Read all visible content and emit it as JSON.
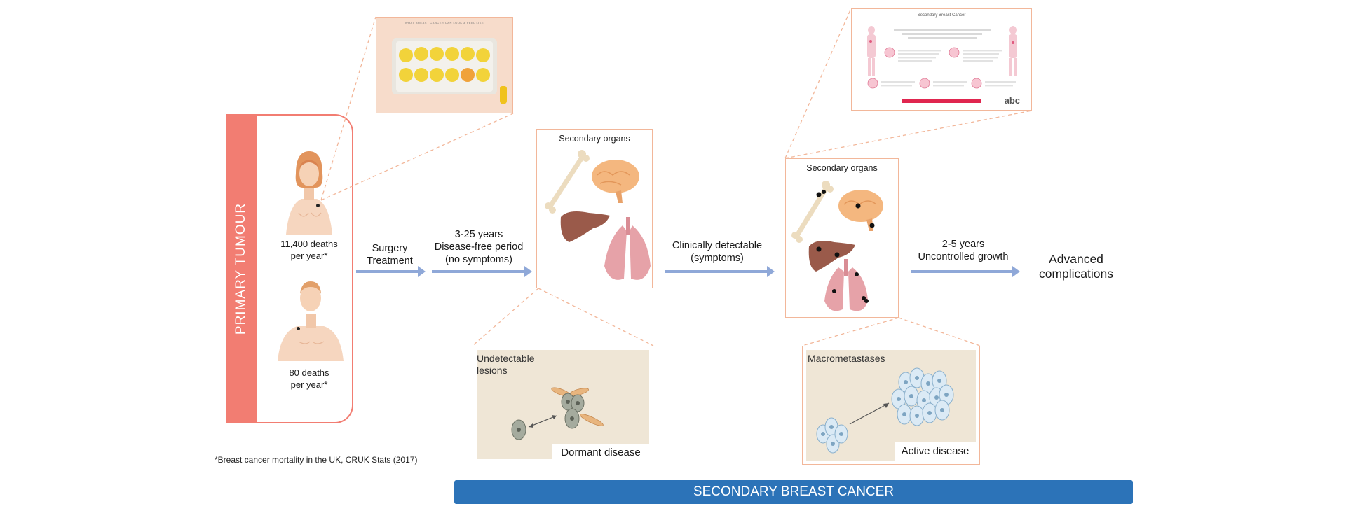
{
  "primary": {
    "side_label": "PRIMARY TUMOUR",
    "female_stat": "11,400 deaths\nper year*",
    "male_stat": "80 deaths\nper year*"
  },
  "footnote": "*Breast cancer mortality in the UK, CRUK Stats (2017)",
  "steps": {
    "surgery": "Surgery\nTreatment",
    "dormancy": "3-25 years\nDisease-free period\n(no symptoms)",
    "detectable": "Clinically detectable\n(symptoms)",
    "growth": "2-5 years\nUncontrolled growth",
    "advanced": "Advanced\ncomplications"
  },
  "organs_box_1": {
    "title": "Secondary organs"
  },
  "organs_box_2": {
    "title": "Secondary organs"
  },
  "dormant_panel": {
    "heading": "Undetectable\nlesions",
    "caption": "Dormant disease"
  },
  "active_panel": {
    "heading": "Macrometastases",
    "caption": "Active disease"
  },
  "banner": {
    "label": "SECONDARY BREAST CANCER"
  },
  "lemon_poster": {
    "title": "WHAT BREAST CANCER CAN LOOK & FEEL LIKE"
  },
  "abc_poster": {
    "title": "Secondary Breast Cancer",
    "logo": "abc"
  },
  "colors": {
    "primary_bar": "#f27d72",
    "primary_border": "#f27d72",
    "arrow": "#8fa8d8",
    "dashed": "#f2b79a",
    "banner": "#2c73b8",
    "panel_bg": "#efe6d6"
  }
}
